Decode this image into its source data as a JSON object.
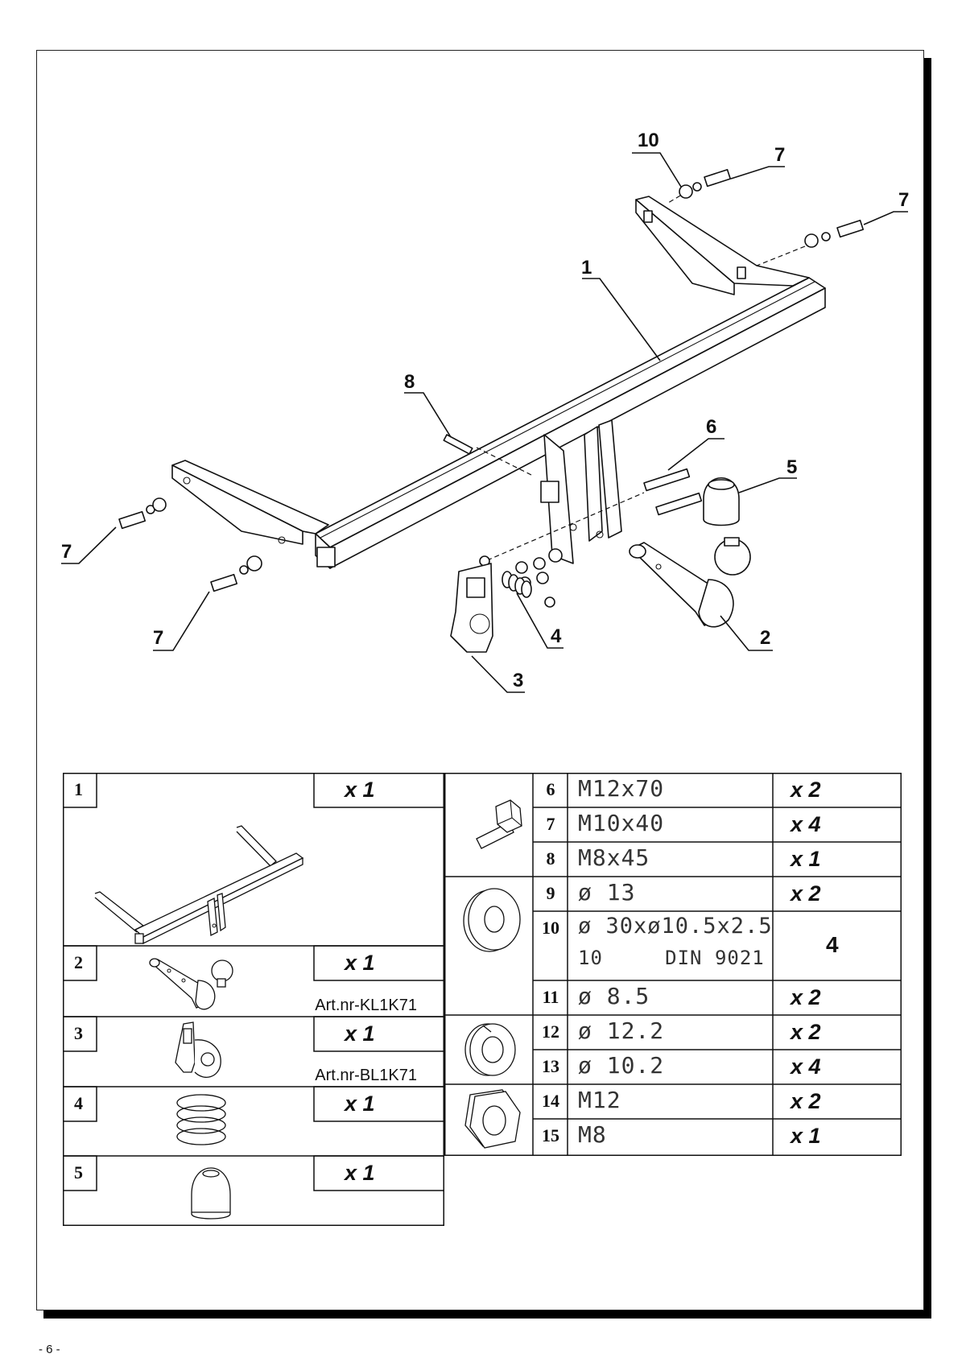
{
  "page_number": "- 6 -",
  "drawing": {
    "callouts": [
      {
        "id": "c10",
        "label": "10"
      },
      {
        "id": "c7a",
        "label": "7"
      },
      {
        "id": "c7b",
        "label": "7"
      },
      {
        "id": "c1",
        "label": "1"
      },
      {
        "id": "c8",
        "label": "8"
      },
      {
        "id": "c6",
        "label": "6"
      },
      {
        "id": "c5",
        "label": "5"
      },
      {
        "id": "c7c",
        "label": "7"
      },
      {
        "id": "c7d",
        "label": "7"
      },
      {
        "id": "c4",
        "label": "4"
      },
      {
        "id": "c2",
        "label": "2"
      },
      {
        "id": "c3",
        "label": "3"
      }
    ]
  },
  "parts_left": [
    {
      "num": "1",
      "qty": "x 1",
      "art": ""
    },
    {
      "num": "2",
      "qty": "x 1",
      "art": "Art.nr-KL1K71"
    },
    {
      "num": "3",
      "qty": "x 1",
      "art": "Art.nr-BL1K71"
    },
    {
      "num": "4",
      "qty": "x 1",
      "art": ""
    },
    {
      "num": "5",
      "qty": "x 1",
      "art": ""
    }
  ],
  "parts_right": [
    {
      "num": "6",
      "spec": "M12x70",
      "qty": "x 2"
    },
    {
      "num": "7",
      "spec": "M10x40",
      "qty": "x 4"
    },
    {
      "num": "8",
      "spec": "M8x45",
      "qty": "x 1"
    },
    {
      "num": "9",
      "spec": "ø 13",
      "qty": "x 2"
    },
    {
      "num": "10",
      "spec": "ø 30xø10.5x2.5",
      "spec2": "10     DIN 9021",
      "qty": "4"
    },
    {
      "num": "11",
      "spec": "ø 8.5",
      "qty": "x 2"
    },
    {
      "num": "12",
      "spec": "ø 12.2",
      "qty": "x 2"
    },
    {
      "num": "13",
      "spec": "ø 10.2",
      "qty": "x 4"
    },
    {
      "num": "14",
      "spec": "M12",
      "qty": "x 2"
    },
    {
      "num": "15",
      "spec": "M8",
      "qty": "x 1"
    }
  ]
}
